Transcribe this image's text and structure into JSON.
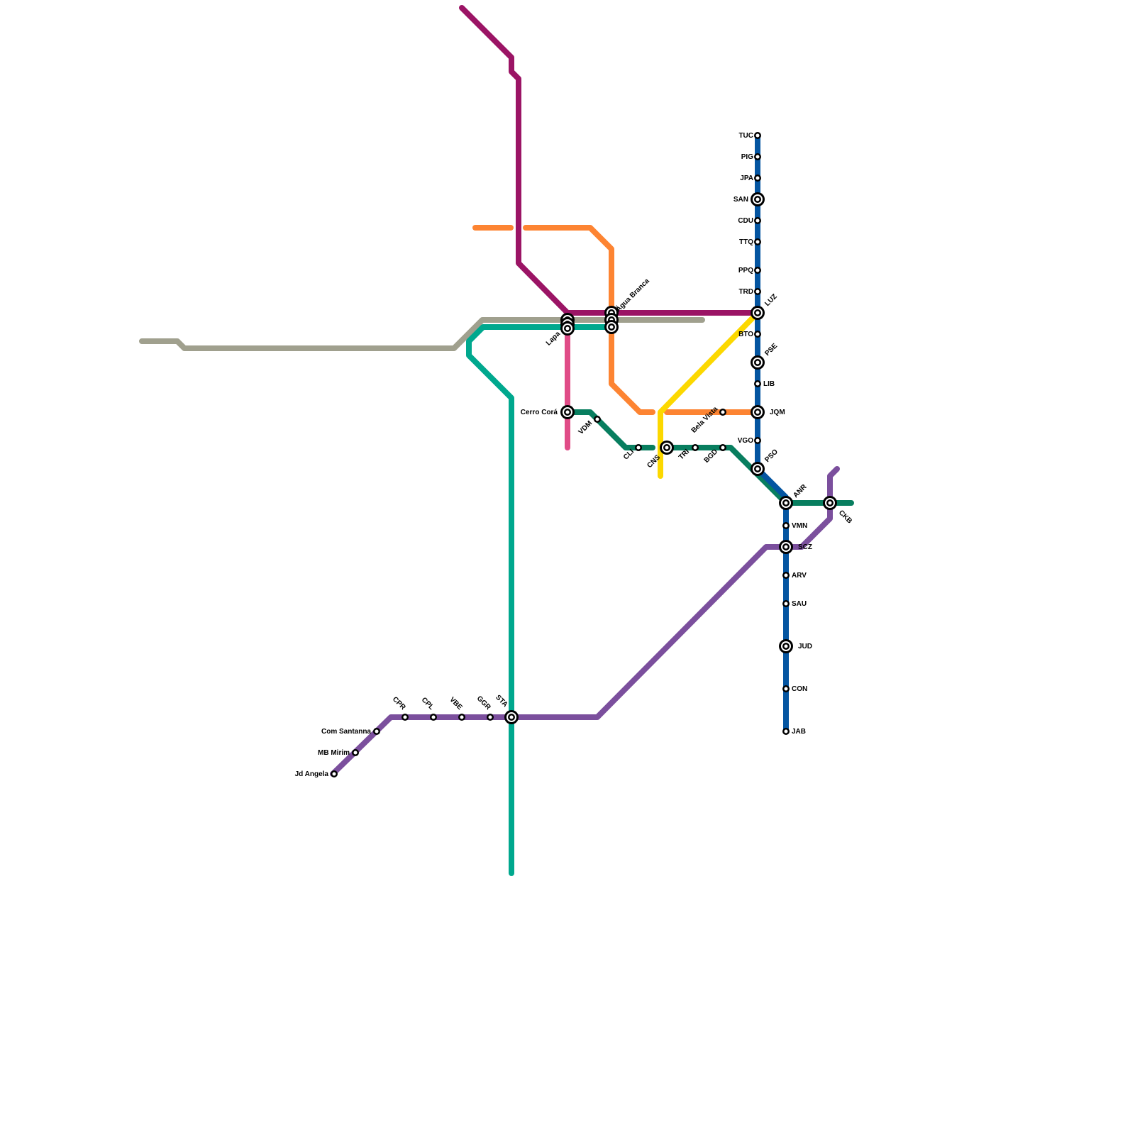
{
  "colors": {
    "blue": "#0455A1",
    "purple": "#7B4F9D",
    "magenta": "#9B1465",
    "orange": "#FD8432",
    "grey": "#A0A08E",
    "teal": "#00A88E",
    "pink": "#E04C87",
    "green": "#087E5F",
    "yellow": "#FCD800"
  },
  "lines": [
    {
      "id": "line-grey",
      "color": "grey"
    },
    {
      "id": "line-orange",
      "color": "orange"
    },
    {
      "id": "line-magenta",
      "color": "magenta"
    },
    {
      "id": "line-teal",
      "color": "teal"
    },
    {
      "id": "line-pink",
      "color": "pink"
    },
    {
      "id": "line-yellow",
      "color": "yellow"
    },
    {
      "id": "line-green",
      "color": "green"
    },
    {
      "id": "line-purple",
      "color": "purple"
    },
    {
      "id": "line-blue",
      "color": "blue"
    }
  ],
  "stations": {
    "tuc": "TUC",
    "pig": "PIG",
    "jpa": "JPA",
    "san": "SAN",
    "cdu": "CDU",
    "ttq": "TTQ",
    "ppq": "PPQ",
    "trd": "TRD",
    "luz": "LUZ",
    "bto": "BTO",
    "pse": "PSE",
    "lib": "LIB",
    "jqm": "JQM",
    "vgo": "VGO",
    "pso": "PSO",
    "anr": "ANR",
    "vmn": "VMN",
    "scz": "SCZ",
    "arv": "ARV",
    "sau": "SAU",
    "jud": "JUD",
    "con": "CON",
    "jab": "JAB",
    "ckb": "CKB",
    "bela_vista": "Bela Vista",
    "bgd": "BGD",
    "tri": "TRI",
    "cns": "CNS",
    "cli": "CLI",
    "vdm": "VDM",
    "cerro_cora": "Cerro Corá",
    "lapa": "Lapa",
    "agua_branca": "Água Branca",
    "sta": "STA",
    "ggr": "GGR",
    "vbe": "VBE",
    "cpl": "CPL",
    "cpr": "CPR",
    "com_santanna": "Com Santanna",
    "mb_mirim": "MB Mirim",
    "jd_angela": "Jd Angela"
  }
}
